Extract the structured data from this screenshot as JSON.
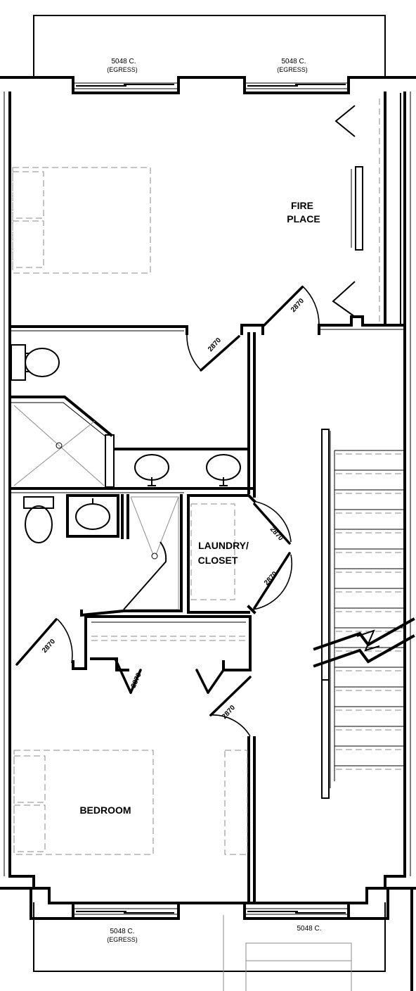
{
  "rooms": {
    "fireplace_line1": "FIRE",
    "fireplace_line2": "PLACE",
    "laundry_line1": "LAUNDRY/",
    "laundry_line2": "CLOSET",
    "bedroom": "BEDROOM"
  },
  "windows": {
    "top_left": {
      "code": "5048 C.",
      "note": "(EGRESS)"
    },
    "top_right": {
      "code": "5048 C.",
      "note": "(EGRESS)"
    },
    "bottom_left": {
      "code": "5048 C.",
      "note": "(EGRESS)"
    },
    "bottom_right": {
      "code": "5048 C."
    }
  },
  "doors": {
    "bath_upper": "2870",
    "hall_upper": "2870",
    "laundry_upper": "2870",
    "laundry_lower": "2870",
    "bath_lower": "2870",
    "closet_left": "2870",
    "hall_lower": "2870"
  }
}
